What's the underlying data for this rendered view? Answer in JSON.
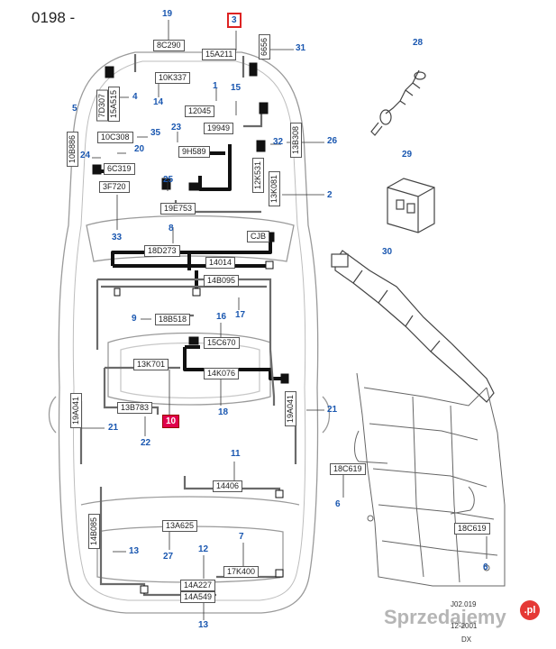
{
  "doc_code": "0198 -",
  "callout_numbers": {
    "n19": "19",
    "n3": "3",
    "n31": "31",
    "n28": "28",
    "n4": "4",
    "n1": "1",
    "n5": "5",
    "n14": "14",
    "n15": "15",
    "n35": "35",
    "n23": "23",
    "n32": "32",
    "n26": "26",
    "n20": "20",
    "n24": "24",
    "n25": "25",
    "n2": "2",
    "n29": "29",
    "n33": "33",
    "n8": "8",
    "n30": "30",
    "n9": "9",
    "n16": "16",
    "n17": "17",
    "n18": "18",
    "n10": "10",
    "n22": "22",
    "n21a": "21",
    "n21b": "21",
    "n11": "11",
    "n6a": "6",
    "n6b": "6",
    "n13a": "13",
    "n13b": "13",
    "n27": "27",
    "n12": "12",
    "n7": "7"
  },
  "part_labels": {
    "p8C290": "8C290",
    "p15A211": "15A211",
    "p6656": "6656",
    "p10K337": "10K337",
    "p7D307": "7D307",
    "p15A515": "15A515",
    "p12045": "12045",
    "p19949": "19949",
    "p10B886": "10B886",
    "p10C308": "10C308",
    "p13B308": "13B308",
    "p9H589": "9H589",
    "p6C319": "6C319",
    "p12K531": "12K531",
    "p3F720": "3F720",
    "p13K081": "13K081",
    "p19E753": "19E753",
    "pCJB": "CJB",
    "p18D273": "18D273",
    "p14014": "14014",
    "p14B095": "14B095",
    "p18B518": "18B518",
    "p15C670": "15C670",
    "p13K701": "13K701",
    "p14K076": "14K076",
    "p13B783": "13B783",
    "p19A041a": "19A041",
    "p19A041b": "19A041",
    "p18C619a": "18C619",
    "p18C619b": "18C619",
    "p14406": "14406",
    "p13A625": "13A625",
    "p14B085": "14B085",
    "p17K400": "17K400",
    "p14A227": "14A227",
    "p14A549": "14A549"
  },
  "footer": {
    "line1": "J02.019",
    "line2": "12-2001",
    "line3": "DX"
  },
  "watermark": {
    "text": "Sprzedajemy",
    "badge": ".pl"
  }
}
